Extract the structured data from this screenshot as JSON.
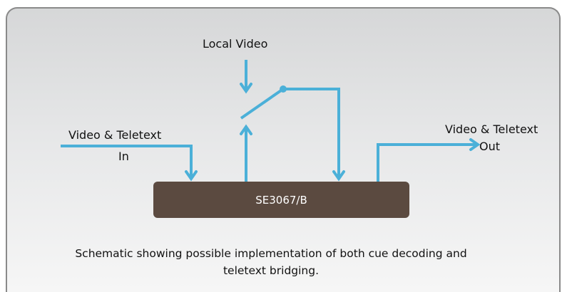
{
  "labels": {
    "local_video": "Local Video",
    "input_top": "Video & Teletext",
    "input_bottom": "In",
    "output_top": "Video & Teletext",
    "output_bottom": "Out",
    "chip": "SE3067/B"
  },
  "caption": "Schematic showing possible implementation of both cue decoding and teletext bridging.",
  "colors": {
    "wire": "#4bb0d8",
    "chip_fill": "#5b4a40",
    "chip_text": "#ffffff",
    "panel_border": "#8a8a8a"
  }
}
